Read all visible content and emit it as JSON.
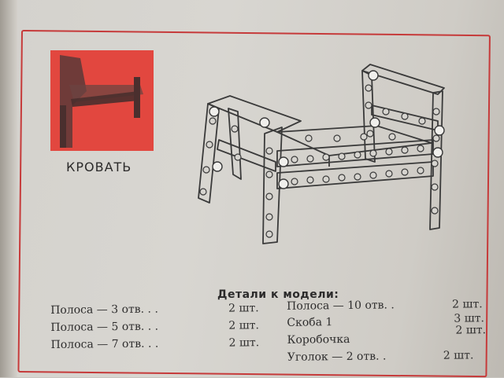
{
  "model_title": "КРОВАТЬ",
  "parts_heading": "Детали к модели:",
  "parts_left": [
    {
      "name": "Полоса — 3 отв.   .   .",
      "qty": "2 шт."
    },
    {
      "name": "Полоса — 5 отв.   .   .",
      "qty": "2 шт."
    },
    {
      "name": "Полоса — 7 отв.   .   .",
      "qty": "2 шт."
    }
  ],
  "parts_right": [
    {
      "name": "Полоса — 10 отв.   .",
      "qty": "2 шт."
    },
    {
      "name": "Скоба 1",
      "qty": "3 шт."
    },
    {
      "name": "Коробочка",
      "qty": "2 шт."
    }
  ],
  "parts_bottom": {
    "name": "Уголок — 2 отв.   .",
    "qty": "2 шт."
  },
  "colors": {
    "accent_red": "#e2473f",
    "frame_red": "#c63a3a",
    "ink": "#2c2b2b"
  }
}
